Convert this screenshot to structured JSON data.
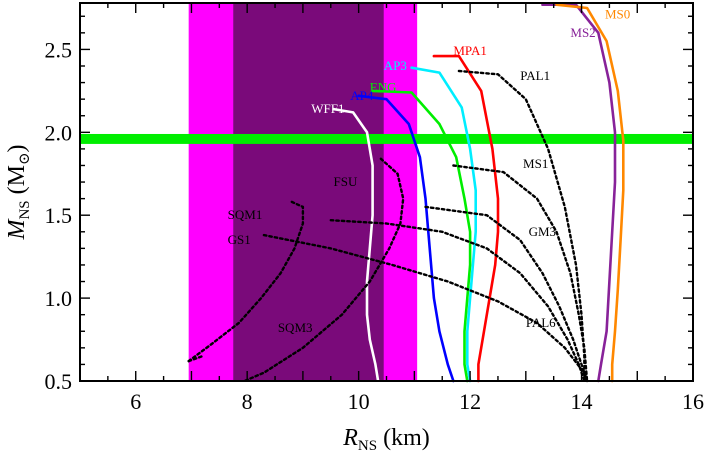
{
  "chart_data": {
    "type": "line",
    "xlabel": {
      "main": "R",
      "sub": "NS",
      "unit": " (km)"
    },
    "ylabel": {
      "main": "M",
      "sub": "NS",
      "unit": " (M",
      "unit_sub": "⊙",
      "unit_close": ")"
    },
    "xlim": [
      5,
      16
    ],
    "ylim": [
      0.5,
      2.78
    ],
    "x_ticks": [
      6,
      8,
      10,
      12,
      14,
      16
    ],
    "y_ticks": [
      0.5,
      1.0,
      1.5,
      2.0,
      2.5
    ],
    "y_tick_labels": [
      "0.5",
      "1.0",
      "1.5",
      "2.0",
      "2.5"
    ],
    "x_tick_labels": [
      "6",
      "8",
      "10",
      "12",
      "14",
      "16"
    ],
    "bands": [
      {
        "name": "outer-radius-band",
        "x": [
          6.95,
          11.05
        ],
        "color": "#ff00ff"
      },
      {
        "name": "inner-radius-band",
        "x": [
          7.75,
          10.45
        ],
        "color": "#7a0a7a"
      },
      {
        "name": "mass-band",
        "y": [
          1.93,
          1.99
        ],
        "color": "#00ee00"
      }
    ],
    "series": [
      {
        "name": "WFF1",
        "color": "#ffffff",
        "dash": false,
        "label_at": [
          9.15,
          2.14
        ],
        "x": [
          9.55,
          9.9,
          10.15,
          10.25,
          10.25,
          10.2,
          10.15,
          10.15,
          10.2,
          10.3,
          10.35
        ],
        "y": [
          2.14,
          2.12,
          2.0,
          1.8,
          1.5,
          1.3,
          1.1,
          0.9,
          0.75,
          0.6,
          0.5
        ]
      },
      {
        "name": "AP4",
        "color": "#0000ff",
        "dash": false,
        "label_at": [
          9.85,
          2.22
        ],
        "x": [
          10.0,
          10.5,
          10.9,
          11.1,
          11.2,
          11.25,
          11.3,
          11.35,
          11.45,
          11.6,
          11.7
        ],
        "y": [
          2.22,
          2.2,
          2.05,
          1.85,
          1.6,
          1.4,
          1.2,
          1.0,
          0.8,
          0.6,
          0.5
        ]
      },
      {
        "name": "ENG",
        "color": "#00ee00",
        "dash": false,
        "label_at": [
          10.2,
          2.27
        ],
        "x": [
          10.25,
          10.95,
          11.45,
          11.75,
          11.9,
          12.0,
          12.0,
          11.95,
          11.9,
          11.9,
          11.95
        ],
        "y": [
          2.25,
          2.24,
          2.05,
          1.85,
          1.6,
          1.4,
          1.2,
          1.0,
          0.8,
          0.6,
          0.5
        ]
      },
      {
        "name": "AP3",
        "color": "#00eeff",
        "dash": false,
        "label_at": [
          10.45,
          2.4
        ],
        "x": [
          10.95,
          11.45,
          11.85,
          12.0,
          12.1,
          12.1,
          12.05,
          12.0,
          11.95,
          11.95,
          12.0
        ],
        "y": [
          2.39,
          2.36,
          2.15,
          1.9,
          1.65,
          1.4,
          1.2,
          1.0,
          0.8,
          0.6,
          0.5
        ]
      },
      {
        "name": "MPA1",
        "color": "#ff0000",
        "dash": false,
        "label_at": [
          11.7,
          2.49
        ],
        "x": [
          11.35,
          11.8,
          12.2,
          12.4,
          12.5,
          12.5,
          12.45,
          12.35,
          12.25,
          12.15,
          12.15
        ],
        "y": [
          2.46,
          2.46,
          2.25,
          1.9,
          1.6,
          1.4,
          1.2,
          1.0,
          0.8,
          0.6,
          0.5
        ]
      },
      {
        "name": "MS2",
        "color": "#882299",
        "dash": false,
        "label_at": [
          13.8,
          2.6
        ],
        "x": [
          13.3,
          13.9,
          14.3,
          14.5,
          14.6,
          14.6,
          14.55,
          14.5,
          14.45,
          14.35,
          14.3
        ],
        "y": [
          2.77,
          2.77,
          2.6,
          2.3,
          2.0,
          1.7,
          1.4,
          1.1,
          0.8,
          0.6,
          0.5
        ]
      },
      {
        "name": "MS0",
        "color": "#ff8800",
        "dash": false,
        "label_at": [
          14.42,
          2.71
        ],
        "x": [
          13.55,
          14.1,
          14.45,
          14.65,
          14.75,
          14.75,
          14.7,
          14.65,
          14.6,
          14.55,
          14.55
        ],
        "y": [
          2.77,
          2.75,
          2.55,
          2.25,
          1.95,
          1.65,
          1.35,
          1.05,
          0.8,
          0.6,
          0.5
        ]
      },
      {
        "name": "PAL1",
        "color": "#000000",
        "dash": true,
        "label_at": [
          12.9,
          2.34
        ],
        "x": [
          11.8,
          12.5,
          13.0,
          13.4,
          13.7,
          13.9,
          14.0,
          14.05,
          14.05
        ],
        "y": [
          2.37,
          2.35,
          2.2,
          1.9,
          1.55,
          1.2,
          0.9,
          0.65,
          0.5
        ]
      },
      {
        "name": "MS1",
        "color": "#000000",
        "dash": true,
        "label_at": [
          12.95,
          1.81
        ],
        "x": [
          11.7,
          12.6,
          13.2,
          13.55,
          13.8,
          13.95,
          14.05,
          14.1
        ],
        "y": [
          1.8,
          1.76,
          1.6,
          1.4,
          1.15,
          0.9,
          0.7,
          0.5
        ]
      },
      {
        "name": "GM3",
        "color": "#000000",
        "dash": true,
        "label_at": [
          13.05,
          1.4
        ],
        "x": [
          11.2,
          12.3,
          12.9,
          13.3,
          13.6,
          13.85,
          14.0,
          14.1
        ],
        "y": [
          1.55,
          1.5,
          1.35,
          1.15,
          0.95,
          0.75,
          0.6,
          0.5
        ]
      },
      {
        "name": "PAL6",
        "color": "#000000",
        "dash": true,
        "label_at": [
          13.0,
          0.85
        ],
        "x": [
          9.5,
          10.5,
          11.5,
          12.3,
          12.9,
          13.4,
          13.75,
          13.95,
          14.05
        ],
        "y": [
          1.47,
          1.45,
          1.4,
          1.3,
          1.15,
          0.95,
          0.75,
          0.6,
          0.5
        ]
      },
      {
        "name": "GS1",
        "color": "#000000",
        "dash": true,
        "label_at": [
          7.65,
          1.35
        ],
        "x": [
          8.3,
          9.5,
          10.6,
          11.6,
          12.5,
          13.2,
          13.7,
          14.0,
          14.1
        ],
        "y": [
          1.38,
          1.3,
          1.2,
          1.1,
          0.98,
          0.85,
          0.7,
          0.57,
          0.5
        ]
      },
      {
        "name": "FSU",
        "color": "#000000",
        "dash": true,
        "label_at": [
          9.55,
          1.7
        ],
        "x": [
          10.4,
          10.7,
          10.8,
          10.75,
          10.55,
          10.2,
          9.7,
          9.0,
          8.3,
          7.95
        ],
        "y": [
          1.84,
          1.75,
          1.6,
          1.45,
          1.3,
          1.1,
          0.9,
          0.7,
          0.55,
          0.5
        ]
      },
      {
        "name": "SQM1",
        "color": "#000000",
        "dash": true,
        "label_at": [
          7.65,
          1.5
        ],
        "x": [
          8.8,
          9.0,
          9.0,
          8.85,
          8.6,
          8.25,
          7.85,
          7.35,
          6.95
        ],
        "y": [
          1.58,
          1.55,
          1.45,
          1.3,
          1.15,
          1.0,
          0.85,
          0.72,
          0.62
        ]
      },
      {
        "name": "SQM3",
        "color": "#000000",
        "dash": true,
        "label_at": [
          8.55,
          0.82
        ],
        "x": [
          6.95,
          7.2
        ],
        "y": [
          0.62,
          0.65
        ]
      }
    ]
  }
}
